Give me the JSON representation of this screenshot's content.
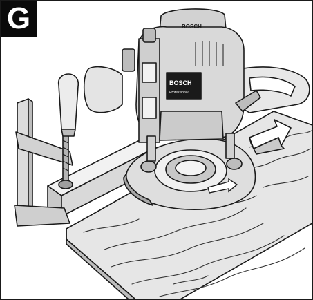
{
  "figure": {
    "label": "G"
  },
  "router": {
    "brand_top": "BOSCH",
    "brand_body": "BOSCH",
    "brand_sub": "Professional"
  },
  "colors": {
    "line": "#1a1a1a",
    "router_body": "#d8d8d8",
    "router_dark": "#9a9a9a",
    "board_light": "#e6e6e6",
    "guide_rail": "#c9c9c9",
    "badge": "#0a0a0a",
    "handle": "#ececec"
  },
  "icons": [
    "feed-direction-arrow-icon",
    "clamp-icon"
  ]
}
